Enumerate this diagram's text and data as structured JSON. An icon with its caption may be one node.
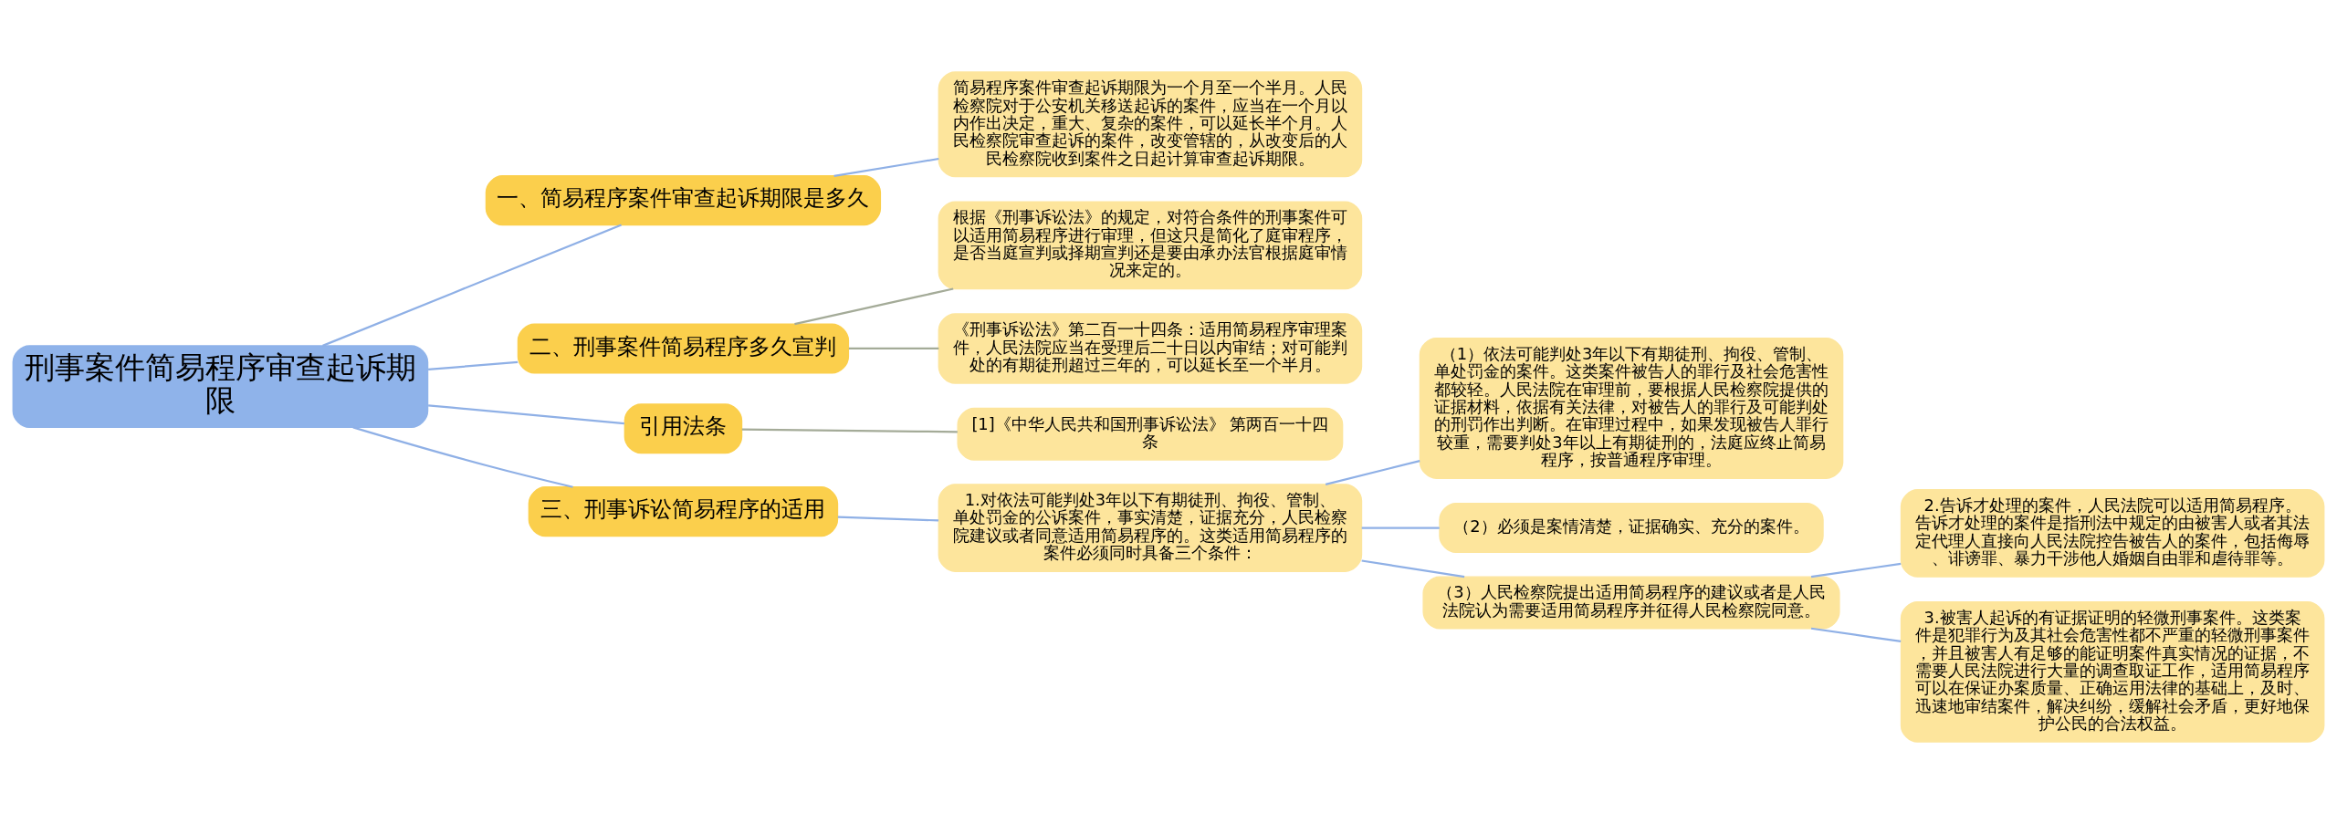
{
  "diagram": {
    "nodes": [
      {
        "text": [
          "刑事案件简易程序审查起诉期限"
        ]
      },
      {
        "text": [
          "一、简易程序案件审查起诉期限是多久"
        ]
      },
      {
        "text": [
          "简易程序案件审查起诉期限为一个月至一个半月。人民检察院对于公安机关移送起诉的案件，应当在一个月以内作出决定，重大、复杂的案件，可以延长半个月。人民检察院审查起诉的案件，改变管辖的，从改变后的人民检察院收到案件之日起计算审查起诉期限。"
        ]
      },
      {
        "text": [
          "二、刑事案件简易程序多久宣判"
        ]
      },
      {
        "text": [
          "根据《刑事诉讼法》的规定，对符合条件的刑事案件可以适用简易程序进行审理，但这只是简化了庭审程序，是否当庭宣判或择期宣判还是要由承办法官根据庭审情况来定的。"
        ]
      },
      {
        "text": [
          "《刑事诉讼法》第二百一十四条：适用简易程序审理案件，人民法院应当在受理后二十日以内审结；对可能判处的有期徒刑超过三年的，可以延长至一个半月。"
        ]
      },
      {
        "text": [
          "引用法条"
        ]
      },
      {
        "text": [
          "[1]《中华人民共和国刑事诉讼法》 第两百一十四条"
        ]
      },
      {
        "text": [
          "三、刑事诉讼简易程序的适用"
        ]
      },
      {
        "text": [
          "1.对依法可能判处3年以下有期徒刑、拘役、管制、单处罚金的公诉案件，事实清楚，证据充分，人民检察院建议或者同意适用简易程序的。这类适用简易程序的案件必须同时具备三个条件："
        ]
      },
      {
        "text": [
          "（1）依法可能判处3年以下有期徒刑、拘役、管制、单处罚金的案件。这类案件被告人的罪行及社会危害性都较轻。人民法院在审理前，要根据人民检察院提供的证据材料，依据有关法律，对被告人的罪行及可能判处的刑罚作出判断。在审理过程中，如果发现被告人罪行较重，需要判处3年以上有期徒刑的，法庭应终止简易程序，按普通程序审理。"
        ]
      },
      {
        "text": [
          "（2）必须是案情清楚，证据确实、充分的案件。"
        ]
      },
      {
        "text": [
          "（3）人民检察院提出适用简易程序的建议或者是人民法院认为需要适用简易程序并征得人民检察院同意。"
        ]
      },
      {
        "text": [
          "2.告诉才处理的案件，人民法院可以适用简易程序。告诉才处理的案件是指刑法中规定的由被害人或者其法定代理人直接向人民法院控告被告人的案件，包括侮辱、诽谤罪、暴力干涉他人婚姻自由罪和虐待罪等。"
        ]
      },
      {
        "text": [
          "3.被害人起诉的有证据证明的轻微刑事案件。这类案件是犯罪行为及其社会危害性都不严重的轻微刑事案件，并且被害人有足够的能证明案件真实情况的证据，不需要人民法院进行大量的调查取证工作，适用简易程序可以在保证办案质量、正确运用法律的基础上，及时、迅速地审结案件，解决纠纷，缓解社会矛盾，更好地保护公民的合法权益。"
        ]
      }
    ],
    "edges": [
      {
        "from": 0,
        "to": 1,
        "arrow": "none"
      },
      {
        "from": 1,
        "to": 2,
        "arrow": "none"
      },
      {
        "from": 0,
        "to": 3,
        "arrow": "none"
      },
      {
        "from": 3,
        "to": 4,
        "arrow": "none",
        "color": "#a4ab98"
      },
      {
        "from": 3,
        "to": 5,
        "arrow": "none",
        "color": "#a4ab98"
      },
      {
        "from": 0,
        "to": 6,
        "arrow": "none"
      },
      {
        "from": 6,
        "to": 7,
        "arrow": "none",
        "color": "#a4ab98"
      },
      {
        "from": 0,
        "to": 8,
        "arrow": "none"
      },
      {
        "from": 8,
        "to": 9,
        "arrow": "none"
      },
      {
        "from": 9,
        "to": 10,
        "arrow": "none"
      },
      {
        "from": 9,
        "to": 11,
        "arrow": "none"
      },
      {
        "from": 9,
        "to": 12,
        "arrow": "none"
      },
      {
        "from": 12,
        "to": 13,
        "arrow": "none"
      },
      {
        "from": 12,
        "to": 14,
        "arrow": "none"
      }
    ]
  }
}
